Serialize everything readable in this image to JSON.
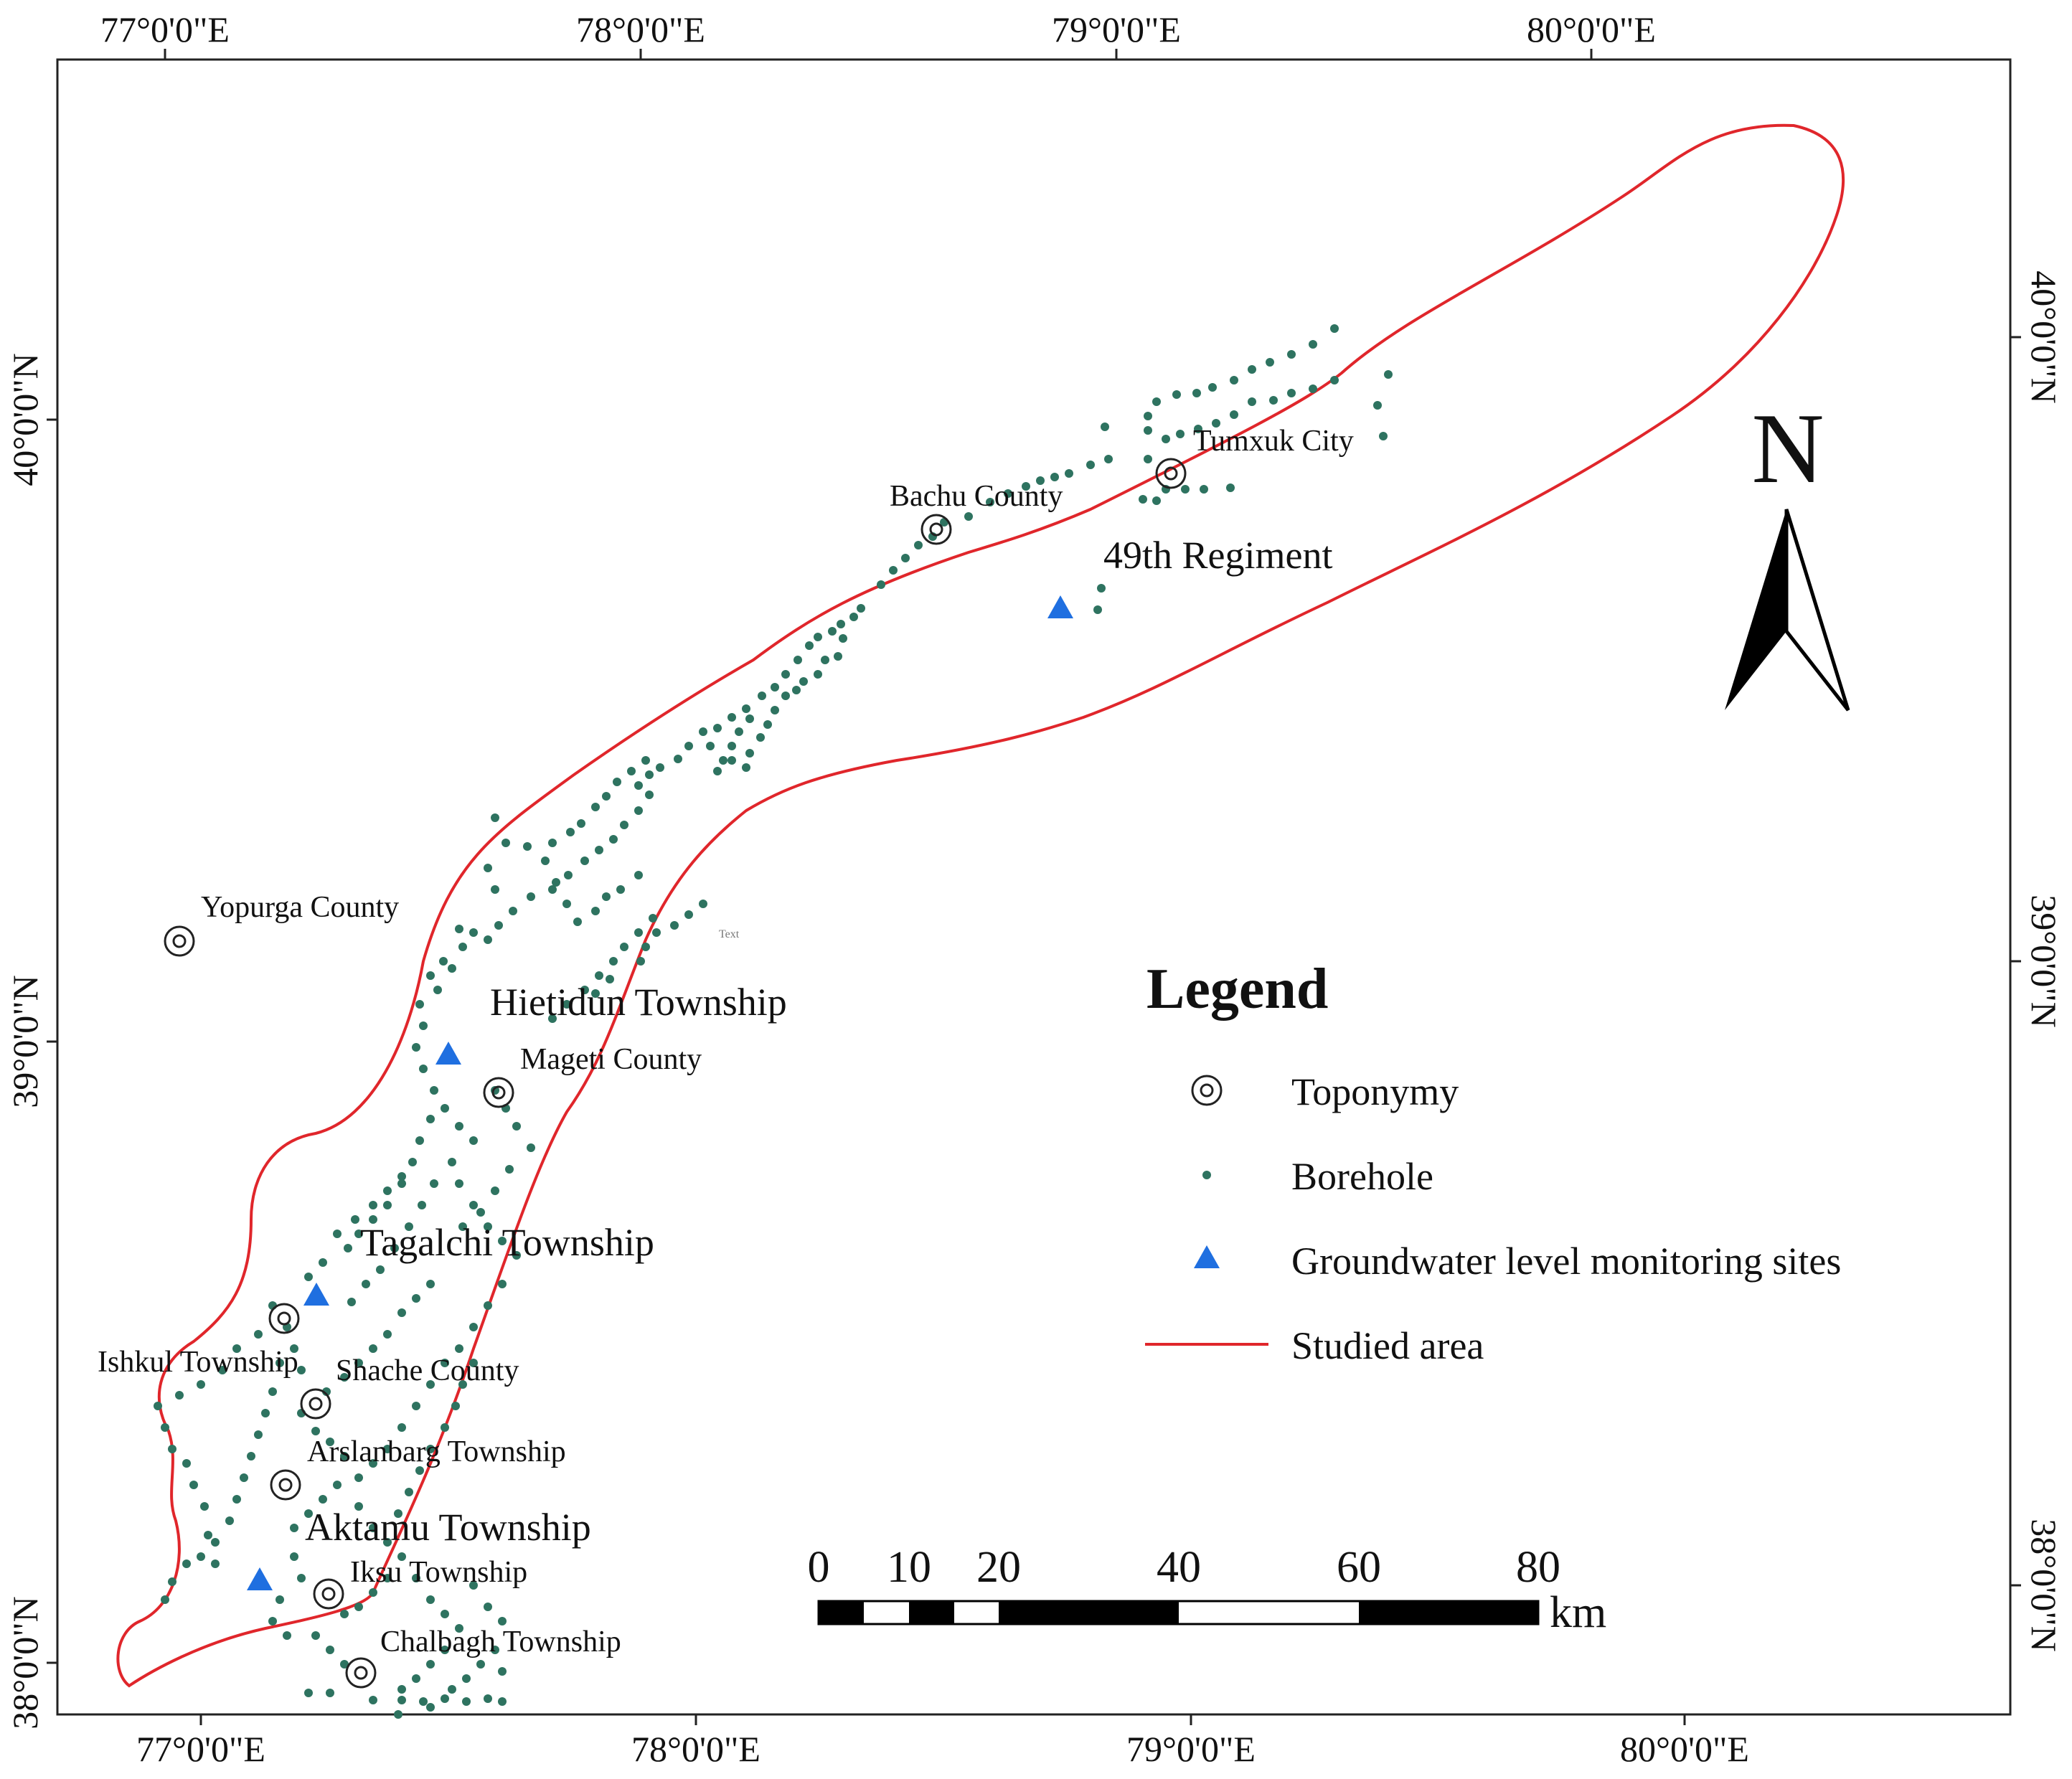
{
  "axes": {
    "top_lon": [
      "77°0'0\"E",
      "78°0'0\"E",
      "79°0'0\"E",
      "80°0'0\"E"
    ],
    "bottom_lon": [
      "77°0'0\"E",
      "78°0'0\"E",
      "79°0'0\"E",
      "80°0'0\"E"
    ],
    "left_lat": [
      "40°0'0\"N",
      "39°0'0\"N",
      "38°0'0\"N"
    ],
    "right_lat": [
      "40°0'0\"N",
      "39°0'0\"N",
      "38°0'0\"N"
    ]
  },
  "places": [
    {
      "name": "Tumxuk City"
    },
    {
      "name": "Bachu County"
    },
    {
      "name": "49th Regiment"
    },
    {
      "name": "Yopurga County"
    },
    {
      "name": "Hietidun Township"
    },
    {
      "name": "Mageti County"
    },
    {
      "name": "Tagalchi Township"
    },
    {
      "name": "Ishkul Township"
    },
    {
      "name": "Shache County"
    },
    {
      "name": "Arslanbarg Township"
    },
    {
      "name": "Aktamu Township"
    },
    {
      "name": "Iksu Township"
    },
    {
      "name": "Chalbagh Township"
    }
  ],
  "stray_text": "Text",
  "legend": {
    "title": "Legend",
    "items": [
      {
        "label": "Toponymy",
        "symbol": "double-circle-icon"
      },
      {
        "label": "Borehole",
        "symbol": "dot-icon"
      },
      {
        "label": "Groundwater level monitoring sites",
        "symbol": "triangle-icon"
      },
      {
        "label": "Studied area",
        "symbol": "red-line-icon"
      }
    ]
  },
  "north_arrow": {
    "letter": "N"
  },
  "scale_bar": {
    "labels": [
      "0",
      "10",
      "20",
      "40",
      "60",
      "80"
    ],
    "unit": "km"
  },
  "colors": {
    "boundary": "#e0262b",
    "borehole": "#2e7360",
    "monitoring": "#1f6fe0",
    "frame": "#222222"
  }
}
